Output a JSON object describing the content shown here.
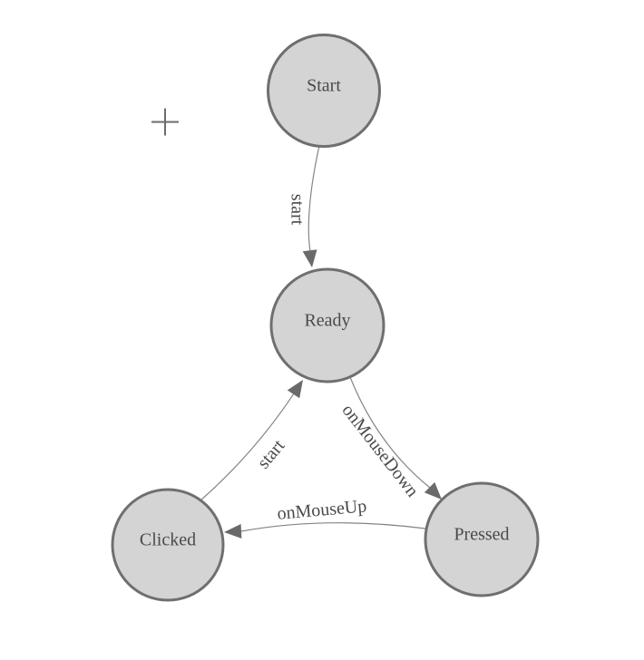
{
  "diagram": {
    "type": "finite-state-machine",
    "colors": {
      "node_fill": "#d4d4d4",
      "node_stroke": "#6f6f6f",
      "edge_stroke": "#858585",
      "arrow_fill": "#6a6a6a",
      "label_text": "#4a4a4a",
      "origin_cross": "#6b6b6b"
    },
    "nodes": [
      {
        "id": "start",
        "label": "Start"
      },
      {
        "id": "ready",
        "label": "Ready"
      },
      {
        "id": "clicked",
        "label": "Clicked"
      },
      {
        "id": "pressed",
        "label": "Pressed"
      }
    ],
    "edges": [
      {
        "id": "start-to-ready",
        "from": "Start",
        "to": "Ready",
        "label": "start"
      },
      {
        "id": "ready-to-pressed",
        "from": "Ready",
        "to": "Pressed",
        "label": "onMouseDown"
      },
      {
        "id": "pressed-to-clicked",
        "from": "Pressed",
        "to": "Clicked",
        "label": "onMouseUp"
      },
      {
        "id": "clicked-to-ready",
        "from": "Clicked",
        "to": "Ready",
        "label": "start"
      }
    ]
  }
}
